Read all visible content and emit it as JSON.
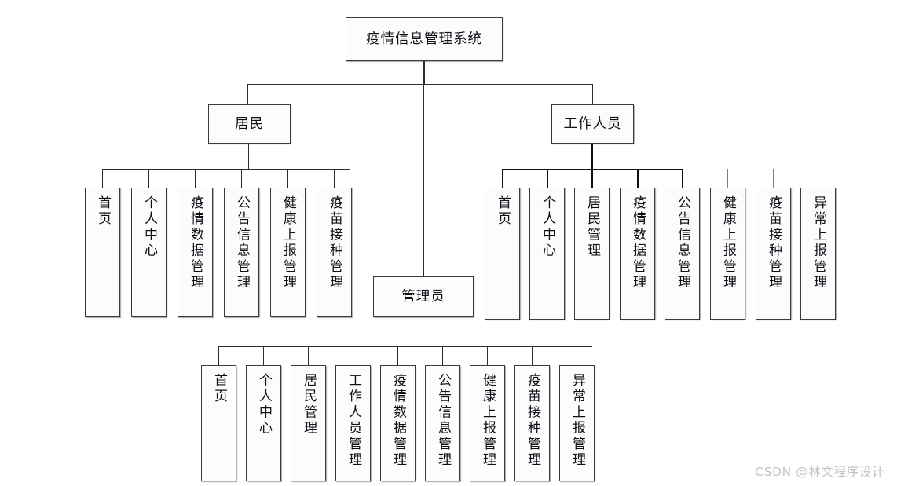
{
  "diagram": {
    "type": "organization-chart",
    "title": "疫情信息管理系统",
    "root": {
      "label": "疫情信息管理系统"
    },
    "branches": [
      {
        "id": "resident",
        "label": "居民",
        "leaves": [
          {
            "label": "首页"
          },
          {
            "label": "个人中心"
          },
          {
            "label": "疫情数据管理"
          },
          {
            "label": "公告信息管理"
          },
          {
            "label": "健康上报管理"
          },
          {
            "label": "疫苗接种管理"
          }
        ]
      },
      {
        "id": "staff",
        "label": "工作人员",
        "leaves": [
          {
            "label": "首页"
          },
          {
            "label": "个人中心"
          },
          {
            "label": "居民管理"
          },
          {
            "label": "疫情数据管理"
          },
          {
            "label": "公告信息管理"
          },
          {
            "label": "健康上报管理"
          },
          {
            "label": "疫苗接种管理"
          },
          {
            "label": "异常上报管理"
          }
        ]
      },
      {
        "id": "admin",
        "label": "管理员",
        "leaves": [
          {
            "label": "首页"
          },
          {
            "label": "个人中心"
          },
          {
            "label": "居民管理"
          },
          {
            "label": "工作人员管理"
          },
          {
            "label": "疫情数据管理"
          },
          {
            "label": "公告信息管理"
          },
          {
            "label": "健康上报管理"
          },
          {
            "label": "疫苗接种管理"
          },
          {
            "label": "异常上报管理"
          }
        ]
      }
    ]
  },
  "watermark": {
    "text": "CSDN @林文程序设计"
  },
  "colors": {
    "background": "#ffffff",
    "node_fill": "#fbfcfe",
    "node_border": "#3a3a3a",
    "line": "#2b2b2b",
    "line_faint": "#7d7d85",
    "text": "#101014",
    "watermark": "#c3c3c6"
  }
}
